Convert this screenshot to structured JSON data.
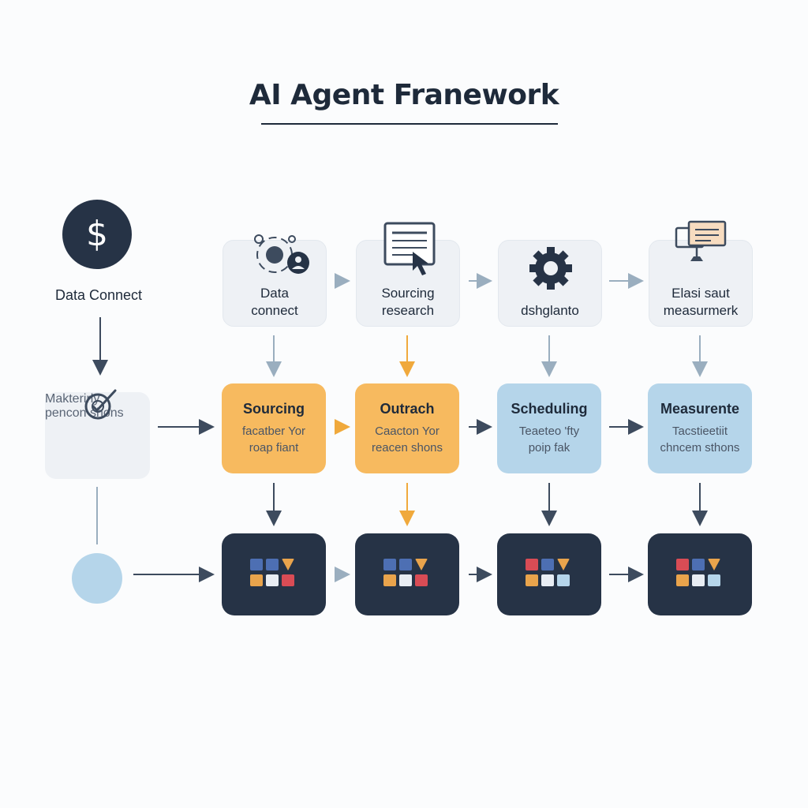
{
  "title": "AI Agent Franework",
  "left_column": {
    "money_symbol": "$",
    "label": "Data Connect",
    "marketing_line1": "Makterirly",
    "marketing_line2": "pencon shons"
  },
  "top_row": [
    {
      "line1": "Data",
      "line2": "connect",
      "icon": "data-connect-icon"
    },
    {
      "line1": "Sourcing",
      "line2": "research",
      "icon": "document-cursor-icon"
    },
    {
      "line1": "dshglanto",
      "line2": "",
      "icon": "gear-icon"
    },
    {
      "line1": "Elasi saut",
      "line2": "measurmerk",
      "icon": "chat-bubble-icon"
    }
  ],
  "middle_row": [
    {
      "title": "Sourcing",
      "sub1": "facatber Yor",
      "sub2": "roap fiant",
      "color": "#f7ba5f"
    },
    {
      "title": "Outrach",
      "sub1": "Caacton Yor",
      "sub2": "reacen shons",
      "color": "#f7ba5f"
    },
    {
      "title": "Scheduling",
      "sub1": "Teaeteo 'fty",
      "sub2": "poip fak",
      "color": "#b5d5ea"
    },
    {
      "title": "Measurente",
      "sub1": "Tacstieetiit",
      "sub2": "chncem sthons",
      "color": "#b5d5ea"
    }
  ],
  "colors": {
    "dark": "#263346",
    "orange": "#f7ba5f",
    "light_blue": "#b5d5ea",
    "orange_arrow": "#f0a93c",
    "slate_arrow": "#3d4b5e",
    "grey_arrow": "#9aaebf"
  }
}
